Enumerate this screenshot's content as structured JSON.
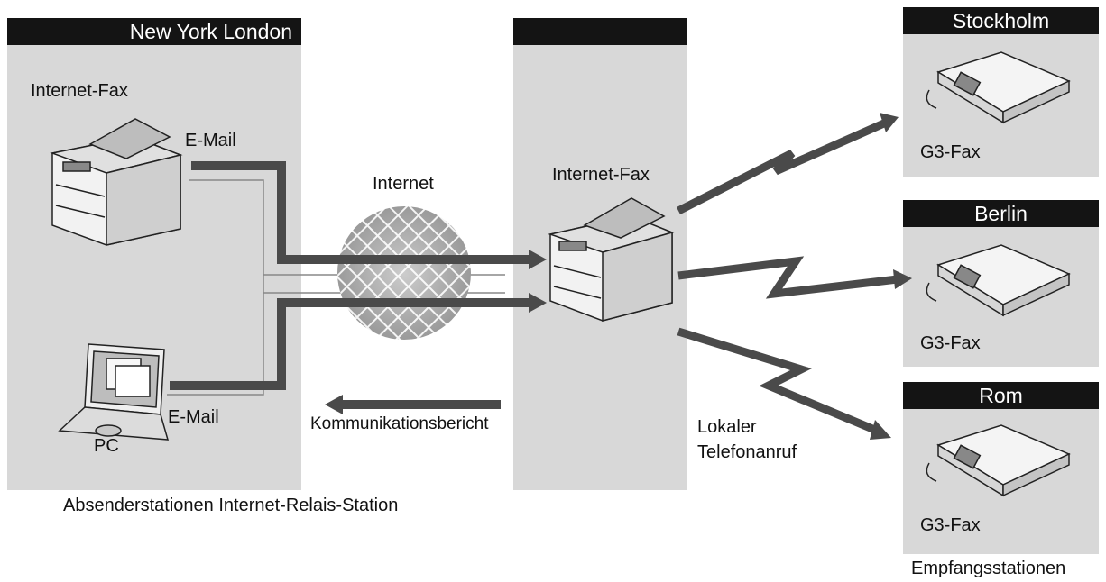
{
  "sender": {
    "header": "New York London",
    "fax_label": "Internet-Fax",
    "email_label_top": "E-Mail",
    "email_label_bottom": "E-Mail",
    "pc_label": "PC",
    "caption": "Absenderstationen Internet-Relais-Station"
  },
  "network": {
    "internet_label": "Internet",
    "report_label": "Kommunikationsbericht"
  },
  "relay": {
    "header": "",
    "fax_label": "Internet-Fax",
    "local_call_line1": "Lokaler",
    "local_call_line2": "Telefonanruf"
  },
  "receivers": {
    "caption": "Empfangsstationen",
    "stations": [
      {
        "name": "Stockholm",
        "device": "G3-Fax"
      },
      {
        "name": "Berlin",
        "device": "G3-Fax"
      },
      {
        "name": "Rom",
        "device": "G3-Fax"
      }
    ]
  },
  "colors": {
    "panel": "#d8d8d8",
    "header": "#141414",
    "arrow": "#4a4a4a"
  }
}
